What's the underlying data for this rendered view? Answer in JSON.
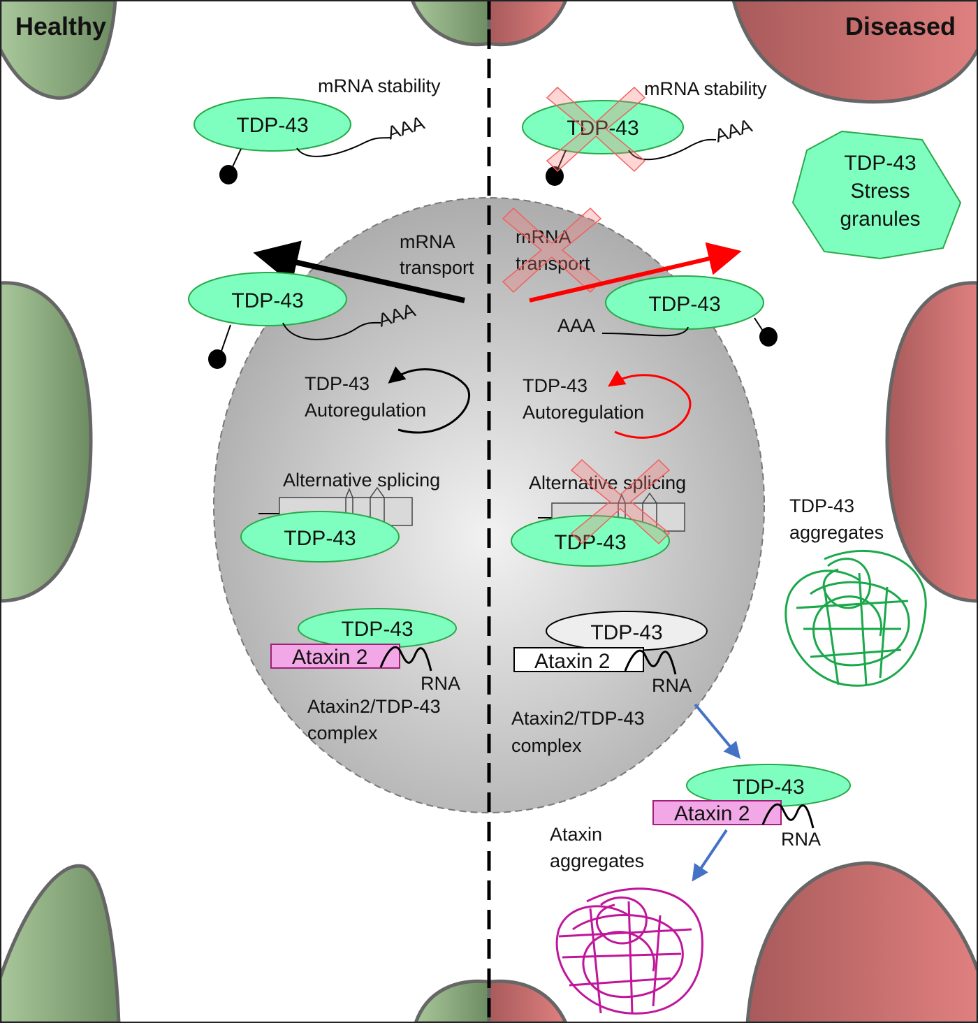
{
  "panels": {
    "healthy": "Healthy",
    "diseased": "Diseased"
  },
  "healthy": {
    "mrna_stability": "mRNA stability",
    "mrna_transport": [
      "mRNA",
      "transport"
    ],
    "autoregulation": [
      "TDP-43",
      "Autoregulation"
    ],
    "alt_splicing": "Alternative splicing",
    "complex": [
      "Ataxin2/TDP-43",
      "complex"
    ],
    "ataxin": "Ataxin 2",
    "rna": "RNA",
    "polyA": "AAA",
    "tdp43": "TDP-43"
  },
  "diseased": {
    "mrna_stability": "mRNA stability",
    "mrna_transport": [
      "mRNA",
      "transport"
    ],
    "autoregulation": [
      "TDP-43",
      "Autoregulation"
    ],
    "alt_splicing": "Alternative splicing",
    "complex": [
      "Ataxin2/TDP-43",
      "complex"
    ],
    "ataxin": "Ataxin 2",
    "rna": "RNA",
    "polyA": "AAA",
    "tdp43": "TDP-43",
    "stress_granules": [
      "TDP-43",
      "Stress",
      "granules"
    ],
    "tdp_aggregates": [
      "TDP-43",
      "aggregates"
    ],
    "ataxin_aggregates": [
      "Ataxin",
      "aggregates"
    ]
  },
  "colors": {
    "healthy_cell": "#8fae7f",
    "diseased_cell": "#c8706e",
    "tdp43_fill": "#7fffbf",
    "tdp43_stroke": "#2aa84a",
    "ataxin_fill": "#f2a8e6",
    "ataxin_stroke": "#a0207a",
    "red": "#ff0000",
    "blue_arrow": "#4472c4",
    "green_aggregate": "#1aa84a",
    "magenta_aggregate": "#c0169a"
  }
}
